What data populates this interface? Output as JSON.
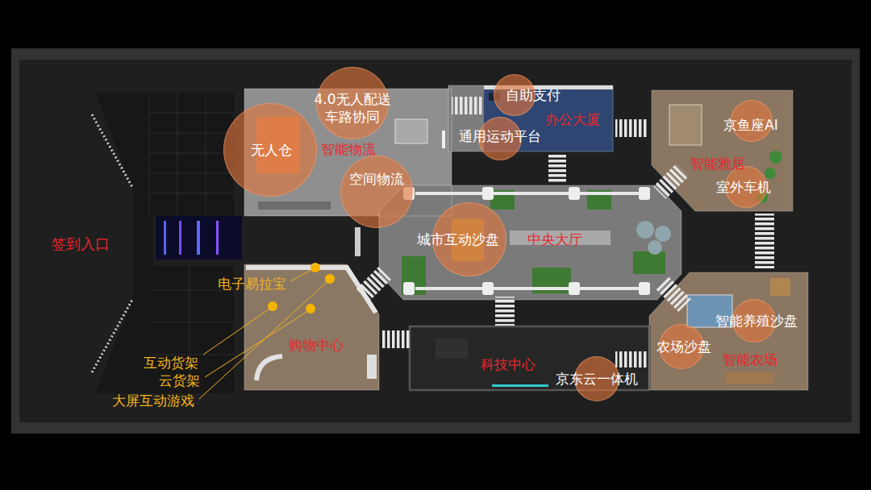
{
  "diagram": {
    "nodes": [
      {
        "text": [
          "智能物流"
        ]
      },
      {
        "text": [
          "4.0无人配送 车路协同"
        ],
        "in": 0
      },
      {
        "text": [
          "无人仓"
        ],
        "in": 0
      },
      {
        "text": [
          "空间物流"
        ],
        "in": 0
      },
      {
        "text": [
          "办公大厦"
        ]
      },
      {
        "text": [
          "自助支付"
        ],
        "in": 4
      },
      {
        "text": [
          "通用运动平台"
        ],
        "in": 4
      },
      {
        "text": [
          "智能雅居"
        ]
      },
      {
        "text": [
          "京鱼座AI"
        ],
        "in": 7
      },
      {
        "text": [
          "室外车机"
        ],
        "in": 7
      },
      {
        "text": [
          "中央大厅"
        ]
      },
      {
        "text": [
          "城市互动沙盘"
        ],
        "in": 10
      },
      {
        "text": [
          "购物中心"
        ]
      },
      {
        "text": [
          "科技中心"
        ]
      },
      {
        "text": [
          "京东云一体机"
        ],
        "in": 13
      },
      {
        "text": [
          "智能农场"
        ]
      },
      {
        "text": [
          "智能养殖沙盘"
        ],
        "in": 15
      },
      {
        "text": [
          "农场沙盘"
        ],
        "in": 15
      }
    ],
    "labels": [
      "签到入口",
      "电子易拉宝",
      "互动货架",
      "云货架",
      "大屏互动游戏"
    ]
  }
}
